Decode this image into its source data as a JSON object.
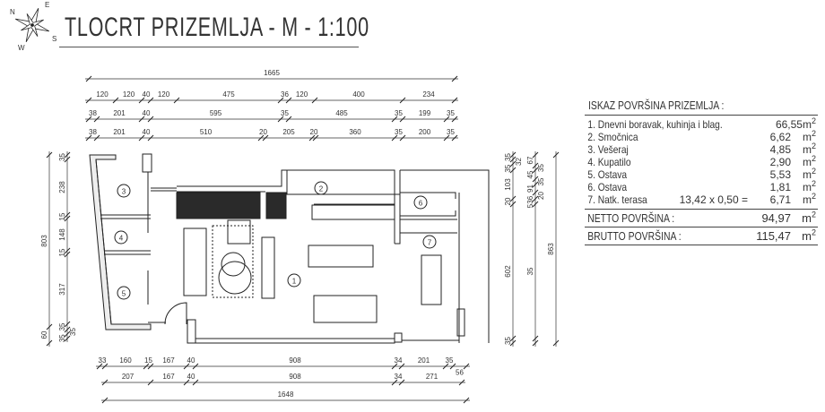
{
  "title": "TLOCRT PRIZEMLJA - M - 1:100",
  "compass": {
    "n": "N",
    "e": "E",
    "s": "S",
    "w": "W"
  },
  "areas": {
    "heading": "ISKAZ POVRŠINA PRIZEMLJA :",
    "unit": "m",
    "unit_exp": "2",
    "rooms": [
      {
        "label": "1. Dnevni boravak, kuhinja i blag.",
        "calc": "",
        "value": "66,55"
      },
      {
        "label": "2. Smočnica",
        "calc": "",
        "value": "6,62"
      },
      {
        "label": "3. Vešeraj",
        "calc": "",
        "value": "4,85"
      },
      {
        "label": "4. Kupatilo",
        "calc": "",
        "value": "2,90"
      },
      {
        "label": "5. Ostava",
        "calc": "",
        "value": "5,53"
      },
      {
        "label": "6. Ostava",
        "calc": "",
        "value": "1,81"
      },
      {
        "label": "7. Natk. terasa",
        "calc": "13,42 x 0,50 =",
        "value": "6,71"
      }
    ],
    "netto": {
      "label": "NETTO POVRŠINA :",
      "value": "94,97"
    },
    "brutto": {
      "label": "BRUTTO POVRŠINA :",
      "value": "115,47"
    }
  },
  "room_numbers": [
    "1",
    "2",
    "3",
    "4",
    "5",
    "6",
    "7"
  ],
  "dimensions": {
    "top": [
      [
        "1665"
      ],
      [
        "120",
        "120",
        "40",
        "120",
        "475",
        "36",
        "120",
        "400",
        "234"
      ],
      [
        "38",
        "201",
        "40",
        "595",
        "35",
        "485",
        "35",
        "199",
        "35"
      ],
      [
        "38",
        "201",
        "40",
        "510",
        "20",
        "205",
        "20",
        "360",
        "35",
        "200",
        "35"
      ]
    ],
    "bottom": [
      [
        "33",
        "160",
        "15",
        "167",
        "40",
        "908",
        "34",
        "201",
        "35",
        "56"
      ],
      [
        "207",
        "167",
        "40",
        "908",
        "34",
        "271"
      ],
      [
        "1648"
      ]
    ],
    "left": [
      [
        "803",
        "60"
      ],
      [
        "35",
        "238",
        "15",
        "148",
        "15",
        "317",
        "35",
        "35",
        "35"
      ]
    ],
    "right": [
      [
        "35",
        "32",
        "35",
        "103",
        "20",
        "602",
        "35"
      ],
      [
        "67",
        "35",
        "45",
        "35",
        "91",
        "20",
        "536",
        "35"
      ],
      [
        "863"
      ]
    ]
  }
}
